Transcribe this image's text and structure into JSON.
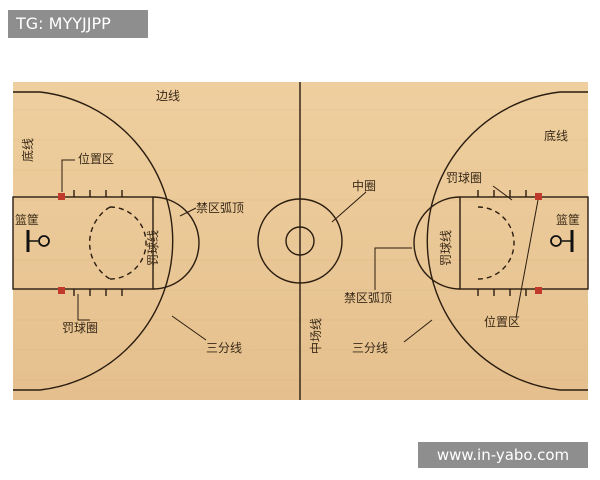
{
  "watermark_top": "TG: MYYJJPP",
  "watermark_bottom": "www.in-yabo.com",
  "labels": {
    "sideline": "边线",
    "baseline_left": "底线",
    "baseline_right": "底线",
    "position_zone_left": "位置区",
    "position_zone_right": "位置区",
    "basket_left": "篮筐",
    "basket_right": "篮筐",
    "ft_line_left": "罚球线",
    "ft_line_right": "罚球线",
    "ft_circle_left": "罚球圈",
    "ft_circle_right": "罚球圈",
    "key_top_left": "禁区弧顶",
    "key_top_right": "禁区弧顶",
    "center_circle": "中圈",
    "midcourt_line": "中场线",
    "three_pt_left": "三分线",
    "three_pt_right": "三分线"
  },
  "colors": {
    "court": "#e9c89a",
    "line": "#2b1d10",
    "marker": "#c0392b"
  }
}
